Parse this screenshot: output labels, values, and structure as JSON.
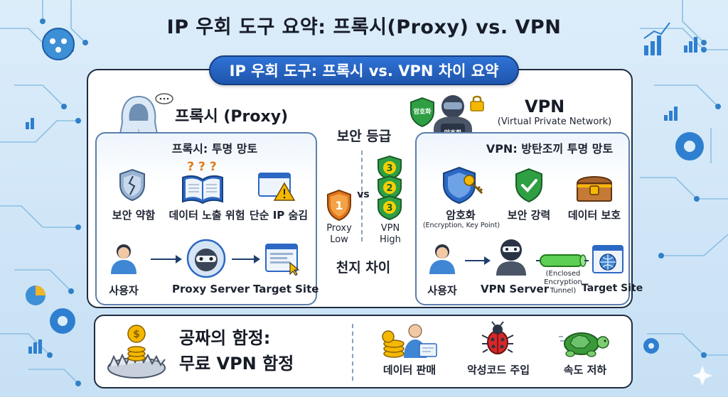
{
  "title": "IP 우회 도구 요약: 프록시(Proxy) vs. VPN",
  "ribbon": "IP 우회 도구: 프록시 vs. VPN 차이 요약",
  "proxy": {
    "title": "프록시 (Proxy)",
    "subtitle": "프록시: 투명 망토",
    "features": [
      "보안 약함",
      "데이터 노출 위험",
      "단순 IP 숨김"
    ],
    "question_marks": "? ? ?",
    "flow": [
      "사용자",
      "Proxy Server",
      "Target Site"
    ]
  },
  "center": {
    "heading": "보안 등급",
    "vs": "vs",
    "proxy_label": "Proxy",
    "proxy_level": "Low",
    "vpn_label": "VPN",
    "vpn_level": "High",
    "proxy_badge": "1",
    "vpn_badges": [
      "3",
      "2",
      "3"
    ],
    "footer": "천지 차이"
  },
  "vpn": {
    "title": "VPN",
    "fullname": "(Virtual Private Network)",
    "subtitle": "VPN: 방탄조끼 투명 망토",
    "shield_tag": "암호화",
    "vest_tag": "암호화",
    "features": [
      "암호화",
      "보안 강력",
      "데이터 보호"
    ],
    "feature_note": "(Encryption, Key Point)",
    "flow": [
      "사용자",
      "VPN Server",
      "Target Site"
    ],
    "tunnel_note": "(Enclosed\nEncryption\nTunnel)"
  },
  "trap": {
    "heading_line1": "공짜의 함정:",
    "heading_line2": "무료 VPN 함정",
    "items": [
      "데이터 판매",
      "악성코드 주입",
      "속도 저하"
    ]
  },
  "colors": {
    "accent_blue": "#2563c4",
    "card_border": "#1f2c3f",
    "background": "#d4e8f8"
  }
}
